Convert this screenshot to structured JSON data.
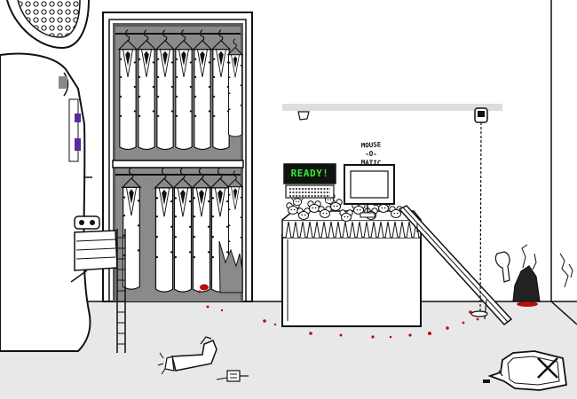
{
  "scene": {
    "palette": {
      "ink": "#111111",
      "floor": "#e8e8e8",
      "wall": "#ffffff",
      "closet_dark": "#5a5a5a",
      "closet_mid": "#8a8a8a",
      "monitor_bg": "#101410",
      "monitor_text": "#33ee33",
      "blood": "#b01010",
      "shelf": "#dddddd",
      "accent_purple": "#5a2a9a"
    },
    "machine": {
      "status_text": "READY!",
      "sign_lines": [
        "MOUSE",
        "-O-",
        "MATIC"
      ]
    },
    "icons": [
      "robot-body-icon",
      "closet-icon",
      "hanging-robe-icon",
      "mouse-o-matic-machine-icon",
      "monitor-screen-icon",
      "keypad-icon",
      "chute-ramp-icon",
      "lamp-pole-icon",
      "mouse-hole-icon",
      "severed-arm-icon",
      "poison-bottle-icon",
      "small-device-icon",
      "blood-splatter-icon"
    ]
  }
}
